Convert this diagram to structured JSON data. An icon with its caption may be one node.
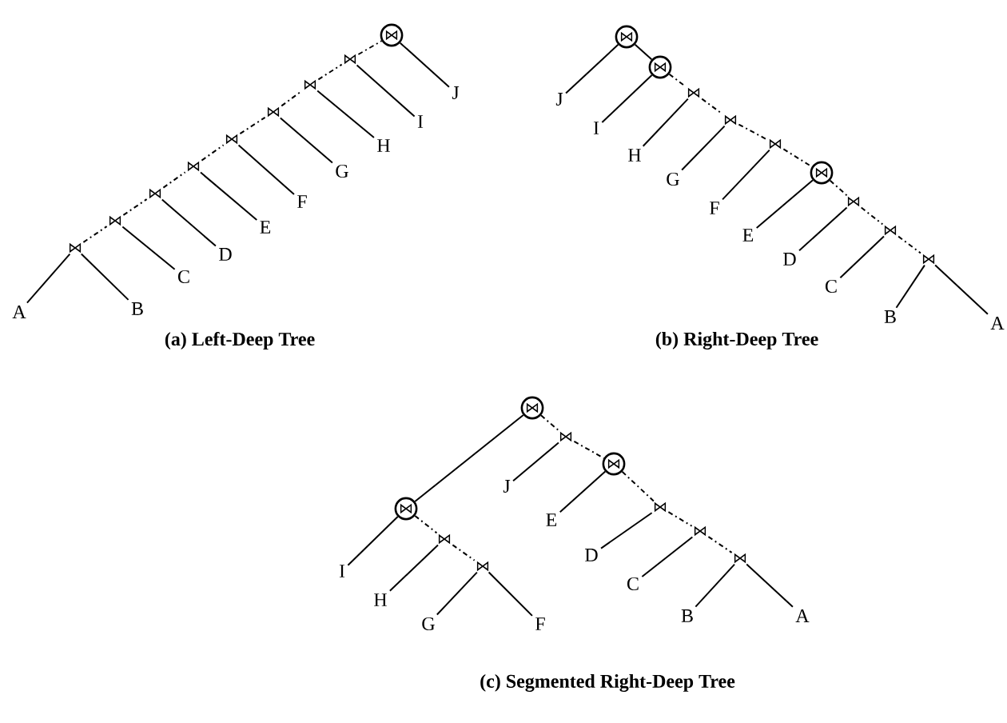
{
  "diagram": {
    "nodes": [
      {
        "text": [
          "⋈"
        ]
      },
      {
        "text": [
          "⋈"
        ]
      },
      {
        "text": [
          "⋈"
        ]
      },
      {
        "text": [
          "⋈"
        ]
      },
      {
        "text": [
          "⋈"
        ]
      },
      {
        "text": [
          "⋈"
        ]
      },
      {
        "text": [
          "⋈"
        ]
      },
      {
        "text": [
          "⋈"
        ]
      },
      {
        "text": [
          "⋈"
        ]
      },
      {
        "text": [
          "A"
        ]
      },
      {
        "text": [
          "B"
        ]
      },
      {
        "text": [
          "C"
        ]
      },
      {
        "text": [
          "D"
        ]
      },
      {
        "text": [
          "E"
        ]
      },
      {
        "text": [
          "F"
        ]
      },
      {
        "text": [
          "G"
        ]
      },
      {
        "text": [
          "H"
        ]
      },
      {
        "text": [
          "I"
        ]
      },
      {
        "text": [
          "J"
        ]
      },
      {
        "text": [
          "⋈"
        ]
      },
      {
        "text": [
          "⋈"
        ]
      },
      {
        "text": [
          "⋈"
        ]
      },
      {
        "text": [
          "⋈"
        ]
      },
      {
        "text": [
          "⋈"
        ]
      },
      {
        "text": [
          "⋈"
        ]
      },
      {
        "text": [
          "⋈"
        ]
      },
      {
        "text": [
          "⋈"
        ]
      },
      {
        "text": [
          "⋈"
        ]
      },
      {
        "text": [
          "J"
        ]
      },
      {
        "text": [
          "I"
        ]
      },
      {
        "text": [
          "H"
        ]
      },
      {
        "text": [
          "G"
        ]
      },
      {
        "text": [
          "F"
        ]
      },
      {
        "text": [
          "E"
        ]
      },
      {
        "text": [
          "D"
        ]
      },
      {
        "text": [
          "C"
        ]
      },
      {
        "text": [
          "B"
        ]
      },
      {
        "text": [
          "A"
        ]
      },
      {
        "text": [
          "⋈"
        ]
      },
      {
        "text": [
          "⋈"
        ]
      },
      {
        "text": [
          "⋈"
        ]
      },
      {
        "text": [
          "⋈"
        ]
      },
      {
        "text": [
          "⋈"
        ]
      },
      {
        "text": [
          "⋈"
        ]
      },
      {
        "text": [
          "⋈"
        ]
      },
      {
        "text": [
          "⋈"
        ]
      },
      {
        "text": [
          "⋈"
        ]
      },
      {
        "text": [
          "I"
        ]
      },
      {
        "text": [
          "H"
        ]
      },
      {
        "text": [
          "G"
        ]
      },
      {
        "text": [
          "F"
        ]
      },
      {
        "text": [
          "J"
        ]
      },
      {
        "text": [
          "E"
        ]
      },
      {
        "text": [
          "D"
        ]
      },
      {
        "text": [
          "C"
        ]
      },
      {
        "text": [
          "B"
        ]
      },
      {
        "text": [
          "A"
        ]
      }
    ],
    "edges": [
      {
        "from": 0,
        "to": 9,
        "arrow": "none"
      },
      {
        "from": 0,
        "to": 10,
        "arrow": "none"
      },
      {
        "from": 0,
        "to": 1,
        "arrow": "none",
        "style": "dashed"
      },
      {
        "from": 1,
        "to": 11,
        "arrow": "none"
      },
      {
        "from": 1,
        "to": 2,
        "arrow": "none",
        "style": "dashed"
      },
      {
        "from": 2,
        "to": 12,
        "arrow": "none"
      },
      {
        "from": 2,
        "to": 3,
        "arrow": "none",
        "style": "dashed"
      },
      {
        "from": 3,
        "to": 13,
        "arrow": "none"
      },
      {
        "from": 3,
        "to": 4,
        "arrow": "none",
        "style": "dashed"
      },
      {
        "from": 4,
        "to": 14,
        "arrow": "none"
      },
      {
        "from": 4,
        "to": 5,
        "arrow": "none",
        "style": "dashed"
      },
      {
        "from": 5,
        "to": 15,
        "arrow": "none"
      },
      {
        "from": 5,
        "to": 6,
        "arrow": "none",
        "style": "dashed"
      },
      {
        "from": 6,
        "to": 16,
        "arrow": "none"
      },
      {
        "from": 6,
        "to": 7,
        "arrow": "none",
        "style": "dashed"
      },
      {
        "from": 7,
        "to": 17,
        "arrow": "none"
      },
      {
        "from": 7,
        "to": 8,
        "arrow": "none",
        "style": "dashed"
      },
      {
        "from": 8,
        "to": 18,
        "arrow": "none"
      },
      {
        "from": 19,
        "to": 28,
        "arrow": "none"
      },
      {
        "from": 19,
        "to": 20,
        "arrow": "none"
      },
      {
        "from": 20,
        "to": 29,
        "arrow": "none"
      },
      {
        "from": 20,
        "to": 21,
        "arrow": "none",
        "style": "dashed"
      },
      {
        "from": 21,
        "to": 30,
        "arrow": "none"
      },
      {
        "from": 21,
        "to": 22,
        "arrow": "none",
        "style": "dashed"
      },
      {
        "from": 22,
        "to": 31,
        "arrow": "none"
      },
      {
        "from": 22,
        "to": 23,
        "arrow": "none",
        "style": "dashed"
      },
      {
        "from": 23,
        "to": 32,
        "arrow": "none"
      },
      {
        "from": 23,
        "to": 24,
        "arrow": "none",
        "style": "dashed"
      },
      {
        "from": 24,
        "to": 33,
        "arrow": "none"
      },
      {
        "from": 24,
        "to": 25,
        "arrow": "none",
        "style": "dashed"
      },
      {
        "from": 25,
        "to": 34,
        "arrow": "none"
      },
      {
        "from": 25,
        "to": 26,
        "arrow": "none",
        "style": "dashed"
      },
      {
        "from": 26,
        "to": 35,
        "arrow": "none"
      },
      {
        "from": 26,
        "to": 27,
        "arrow": "none",
        "style": "dashed"
      },
      {
        "from": 27,
        "to": 36,
        "arrow": "none"
      },
      {
        "from": 27,
        "to": 37,
        "arrow": "none"
      },
      {
        "from": 38,
        "to": 39,
        "arrow": "none"
      },
      {
        "from": 38,
        "to": 40,
        "arrow": "none",
        "style": "dashed"
      },
      {
        "from": 40,
        "to": 51,
        "arrow": "none"
      },
      {
        "from": 40,
        "to": 41,
        "arrow": "none",
        "style": "dashed"
      },
      {
        "from": 41,
        "to": 52,
        "arrow": "none"
      },
      {
        "from": 41,
        "to": 42,
        "arrow": "none",
        "style": "dashed"
      },
      {
        "from": 42,
        "to": 53,
        "arrow": "none"
      },
      {
        "from": 42,
        "to": 43,
        "arrow": "none",
        "style": "dashed"
      },
      {
        "from": 43,
        "to": 54,
        "arrow": "none"
      },
      {
        "from": 43,
        "to": 44,
        "arrow": "none",
        "style": "dashed"
      },
      {
        "from": 44,
        "to": 55,
        "arrow": "none"
      },
      {
        "from": 44,
        "to": 56,
        "arrow": "none"
      },
      {
        "from": 39,
        "to": 47,
        "arrow": "none"
      },
      {
        "from": 39,
        "to": 45,
        "arrow": "none",
        "style": "dashed"
      },
      {
        "from": 45,
        "to": 48,
        "arrow": "none"
      },
      {
        "from": 45,
        "to": 46,
        "arrow": "none",
        "style": "dashed"
      },
      {
        "from": 46,
        "to": 49,
        "arrow": "none"
      },
      {
        "from": 46,
        "to": 50,
        "arrow": "none"
      }
    ],
    "labels": [
      "(a) Left-Deep Tree",
      "(b) Right-Deep Tree",
      "(c) Segmented Right-Deep Tree"
    ]
  }
}
